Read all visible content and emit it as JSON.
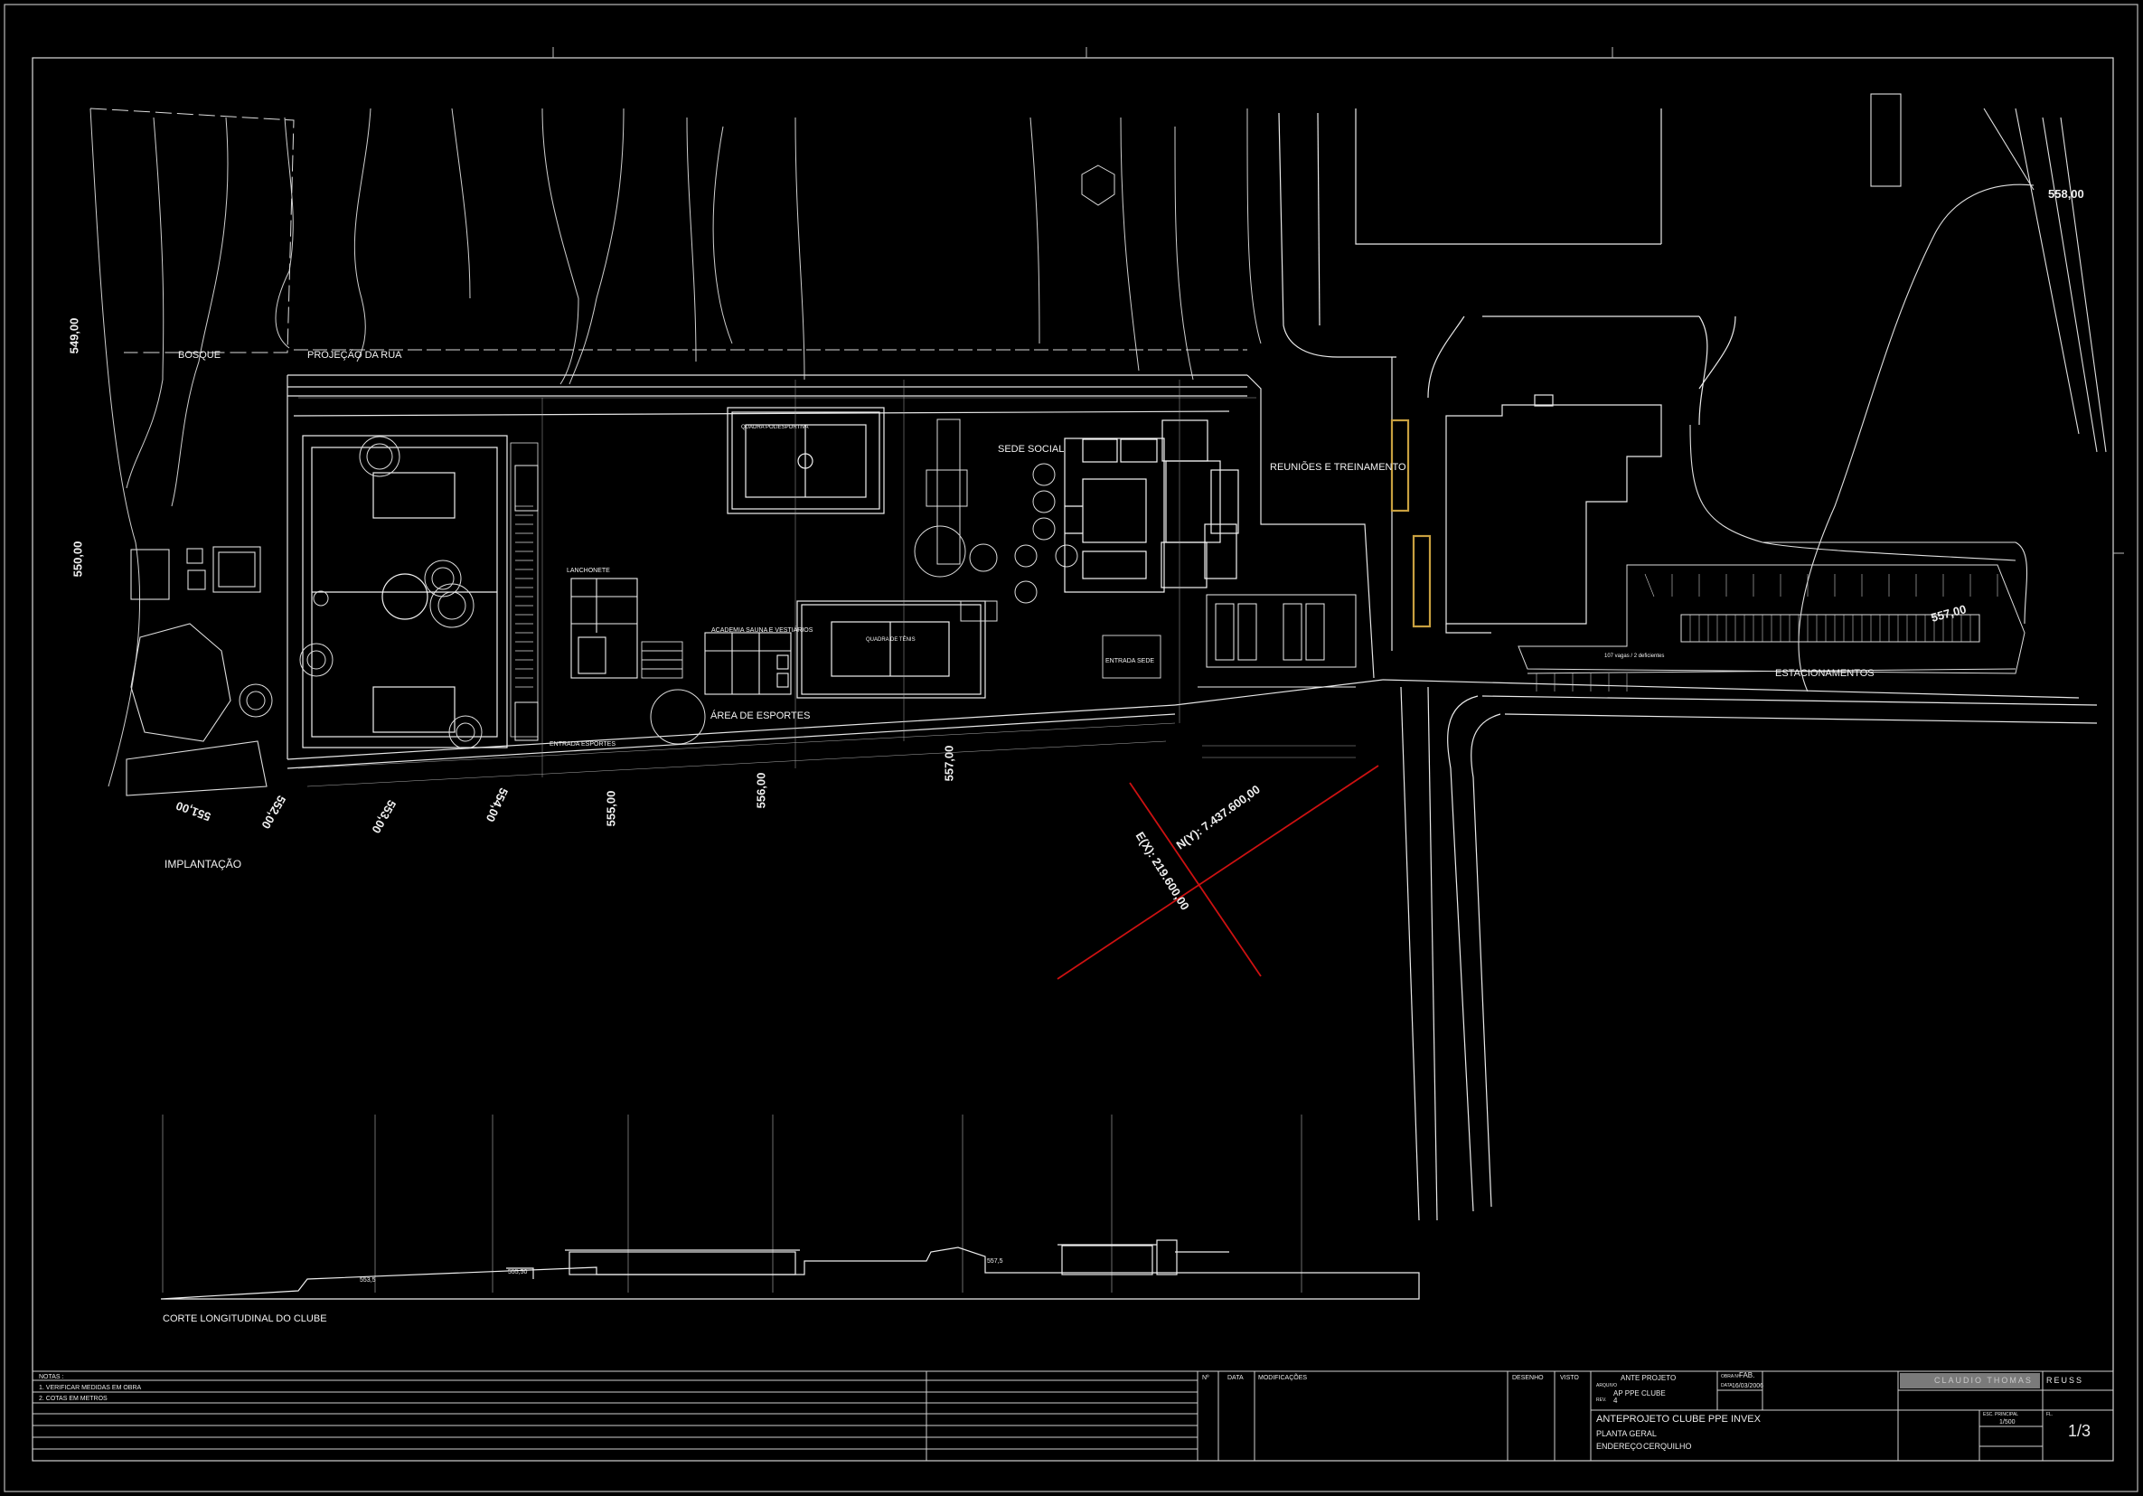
{
  "site_labels": {
    "bosque": "BOSQUE",
    "projecao_rua": "PROJEÇÃO DA RUA",
    "sede_social": "SEDE SOCIAL",
    "reunioes": "REUNIÕES E TREINAMENTO",
    "lanchonete": "LANCHONETE",
    "academia": "ACADEMIA SAUNA E VESTIÁRIOS",
    "area_esportes": "ÁREA DE ESPORTES",
    "entrada_esportes": "ENTRADA ESPORTES",
    "entrada_sede": "ENTRADA SEDE",
    "estacionamentos": "ESTACIONAMENTOS",
    "quadra_poli": "QUADRA POLIESPORTIVA",
    "quadra_tenis": "QUADRA DE TÊNIS",
    "vagas": "107 vagas / 2 deficientes",
    "implantacao": "IMPLANTAÇÃO",
    "corte": "CORTE LONGITUDINAL DO CLUBE"
  },
  "elevations": {
    "e549": "549,00",
    "e550": "550,00",
    "e551": "551,00",
    "e552": "552,00",
    "e553": "553,00",
    "e554": "554,00",
    "e555": "555,00",
    "e556": "556,00",
    "e557": "557,00",
    "e557b": "557,00",
    "e558": "558,00"
  },
  "coordinates": {
    "north": "N(Y): 7.437.600,00",
    "east": "E(X): 219.600,00"
  },
  "section_levels": {
    "l1": "553,5",
    "l2": "555,50",
    "l3": "557,5"
  },
  "title_block": {
    "notes_header": "NOTAS :",
    "note1": "1. VERIFICAR MEDIDAS EM OBRA",
    "note2": "2. COTAS EM METROS",
    "col_no": "Nº",
    "col_data": "DATA",
    "col_mod": "MODIFICAÇÕES",
    "col_desenho": "DESENHO",
    "col_visto": "VISTO",
    "stage": "ANTE PROJETO",
    "arquivo_lbl": "ARQUIVO",
    "arquivo": "AP PPE CLUBE",
    "rev_lbl": "REV.",
    "rev": "4",
    "obra_lbl": "OBRA Nº",
    "obra": "FAB.",
    "data_lbl": "DATA",
    "data": "16/03/2006",
    "project": "ANTEPROJETO CLUBE PPE INVEX",
    "sheet_name": "PLANTA GERAL",
    "address_lbl": "ENDEREÇO",
    "address": "CERQUILHO",
    "firm": "CLAUDIO THOMAS",
    "firm2": "REUSS",
    "esc_lbl": "ESC. PRINCIPAL",
    "scale": "1/500",
    "sheet_lbl": "FL.",
    "sheet_no": "1/3"
  },
  "colors": {
    "background": "#000000",
    "lines": "#ffffff",
    "axis": "#cc1111",
    "highlight": "#c8a040"
  }
}
